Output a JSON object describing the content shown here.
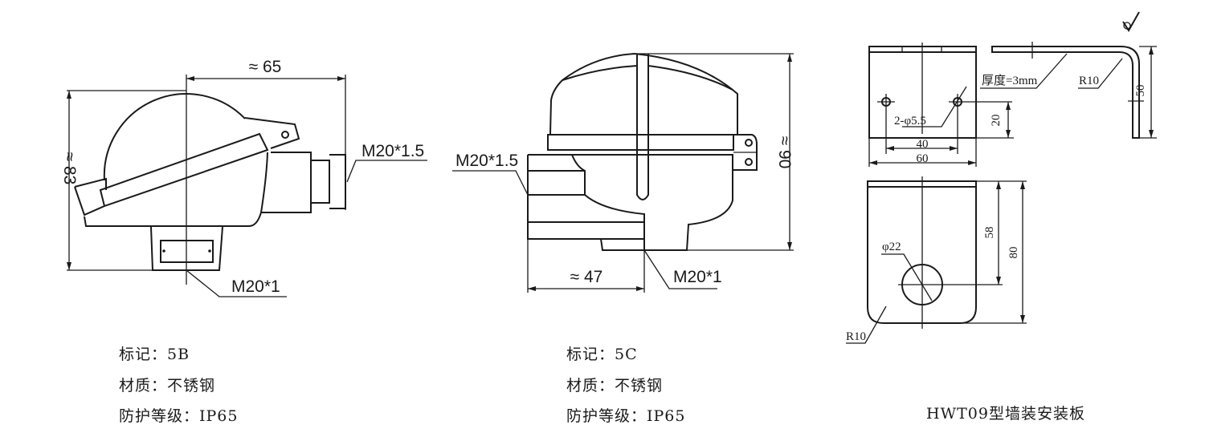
{
  "drawing_5b": {
    "dim_width": "≈ 65",
    "dim_height": "≈ 83",
    "thread_side": "M20*1.5",
    "thread_bottom": "M20*1",
    "spec_mark": "标记：5B",
    "spec_material": "材质：不锈钢",
    "spec_protection": "防护等级：IP65"
  },
  "drawing_5c": {
    "dim_height": "≈ 90",
    "dim_width": "≈ 47",
    "thread_side": "M20*1.5",
    "thread_bottom": "M20*1",
    "spec_mark": "标记：5C",
    "spec_material": "材质：不锈钢",
    "spec_protection": "防护等级：IP65"
  },
  "bracket": {
    "holes": "2-φ5.5",
    "dim_40": "40",
    "dim_60": "60",
    "dim_20": "20",
    "thickness": "厚度=3mm",
    "bend_radius": "R10",
    "dim_50": "50",
    "hole_big": "φ22",
    "dim_58": "58",
    "dim_80": "80",
    "corner_radius": "R10",
    "caption": "HWT09型墙装安装板"
  }
}
